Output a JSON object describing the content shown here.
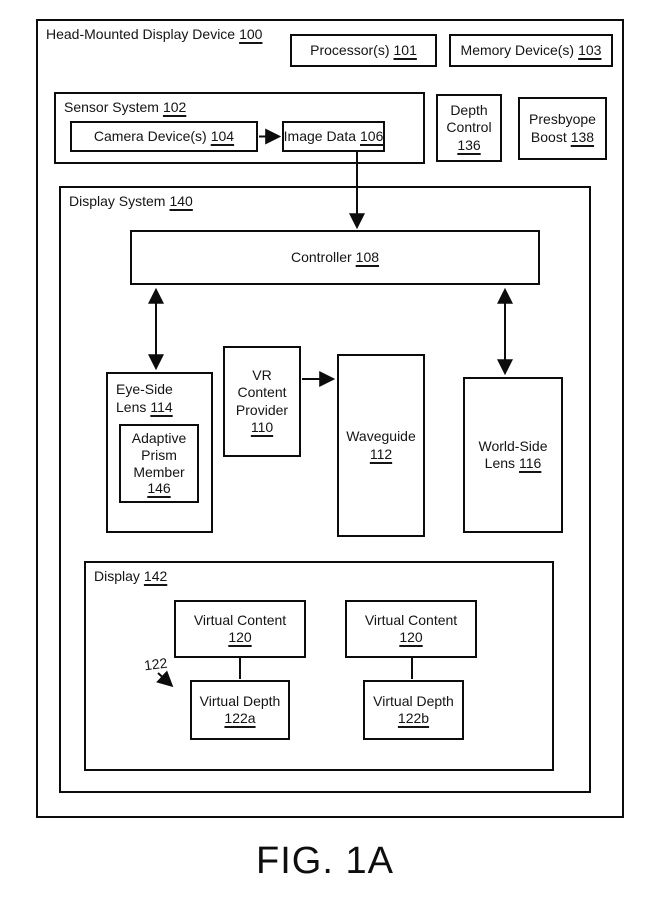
{
  "style": {
    "ink": "#0c0c0c",
    "background": "#ffffff"
  },
  "figure": {
    "caption": "FIG. 1A"
  },
  "outer": {
    "label": "Head-Mounted Display Device",
    "num": "100"
  },
  "processor": {
    "label": "Processor(s)",
    "num": "101"
  },
  "memory": {
    "label": "Memory Device(s)",
    "num": "103"
  },
  "sensor_system": {
    "label": "Sensor System",
    "num": "102"
  },
  "camera": {
    "label": "Camera Device(s)",
    "num": "104"
  },
  "image_data": {
    "label": "Image Data",
    "num": "106"
  },
  "depth_control": {
    "line1": "Depth",
    "line2": "Control",
    "num": "136"
  },
  "presbyope": {
    "line1": "Presbyope",
    "line2": "Boost",
    "num": "138"
  },
  "display_system": {
    "label": "Display System",
    "num": "140"
  },
  "controller": {
    "label": "Controller",
    "num": "108"
  },
  "eye_lens": {
    "line1": "Eye-Side",
    "line2": "Lens",
    "num": "114"
  },
  "prism": {
    "line1": "Adaptive",
    "line2": "Prism",
    "line3": "Member",
    "num": "146"
  },
  "vr_provider": {
    "line1": "VR",
    "line2": "Content",
    "line3": "Provider",
    "num": "110"
  },
  "waveguide": {
    "label": "Waveguide",
    "num": "112"
  },
  "world_lens": {
    "line1": "World-Side",
    "line2": "Lens",
    "num": "116"
  },
  "display": {
    "label": "Display",
    "num": "142"
  },
  "virtual_content_left": {
    "label": "Virtual Content",
    "num": "120"
  },
  "virtual_content_right": {
    "label": "Virtual Content",
    "num": "120"
  },
  "virtual_depth_left": {
    "label": "Virtual Depth",
    "num": "122a"
  },
  "virtual_depth_right": {
    "label": "Virtual Depth",
    "num": "122b"
  },
  "callout_122": {
    "num": "122"
  }
}
